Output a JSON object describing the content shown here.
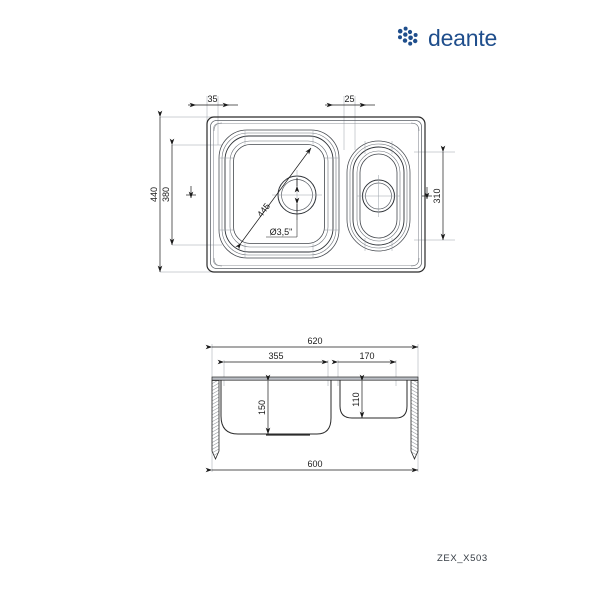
{
  "brand": {
    "name": "deante",
    "logo_mark_name": "deante-pinwheel-mark",
    "color": "#1f4e8c"
  },
  "part_code": "ZEX_X503",
  "views": {
    "top": {
      "name": "top-view",
      "dimensions": {
        "overall_height": "440",
        "bowl_height": "380",
        "left_margin": "35",
        "divider_width": "25",
        "right_bowl_height": "310",
        "diagonal": "445",
        "drain_diameter": "Ø3,5\""
      }
    },
    "section": {
      "name": "section-view",
      "dimensions": {
        "overall_width_top": "620",
        "main_bowl_width": "355",
        "small_bowl_width": "170",
        "main_bowl_depth": "150",
        "small_bowl_depth": "110",
        "overall_width_bottom": "600"
      }
    }
  },
  "chart_data": {
    "type": "table",
    "title": "Deante ZEX_X503 kitchen sink technical drawing",
    "categories": [
      "overall_height",
      "bowl_height",
      "left_margin",
      "divider_width",
      "right_bowl_height",
      "diagonal",
      "drain_diameter",
      "overall_width_top",
      "main_bowl_width",
      "small_bowl_width",
      "main_bowl_depth",
      "small_bowl_depth",
      "overall_width_bottom"
    ],
    "values": [
      440,
      380,
      35,
      25,
      310,
      445,
      3.5,
      620,
      355,
      170,
      150,
      110,
      600
    ],
    "units": "mm (drain in inches)",
    "xlabel": "",
    "ylabel": ""
  }
}
